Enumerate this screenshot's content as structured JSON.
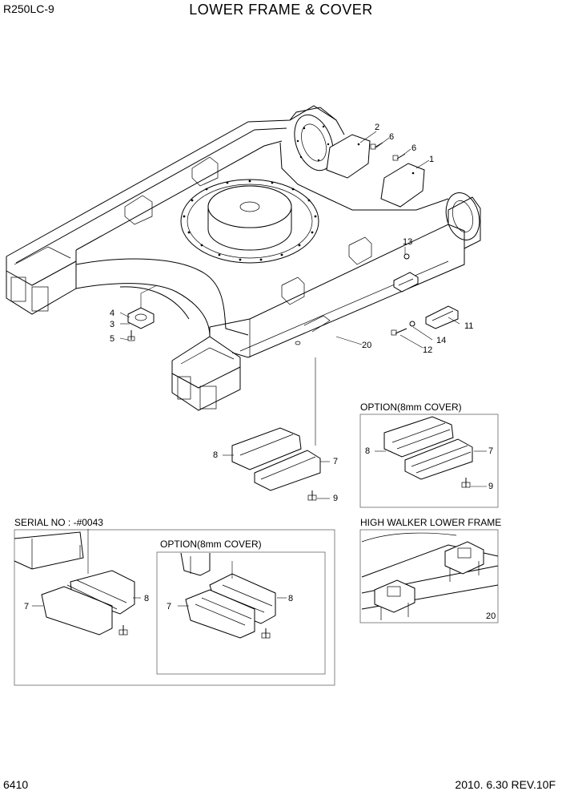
{
  "header": {
    "model": "R250LC-9",
    "title": "LOWER FRAME & COVER"
  },
  "footer": {
    "page_number": "6410",
    "revision": "2010. 6.30  REV.10F"
  },
  "callouts": {
    "main": [
      "1",
      "2",
      "3",
      "4",
      "5",
      "6",
      "6",
      "11",
      "12",
      "13",
      "14",
      "20"
    ],
    "cover": [
      "7",
      "8",
      "9"
    ]
  },
  "panels": {
    "option_8mm": {
      "caption": "OPTION(8mm COVER)",
      "labels": [
        "7",
        "8",
        "9"
      ]
    },
    "high_walker": {
      "caption": "HIGH WALKER LOWER FRAME",
      "labels": [
        "20"
      ]
    },
    "serial": {
      "caption": "SERIAL NO : -#0043",
      "labels": [
        "7",
        "8"
      ]
    },
    "serial_option": {
      "caption": "OPTION(8mm COVER)",
      "labels": [
        "7",
        "8"
      ]
    }
  }
}
